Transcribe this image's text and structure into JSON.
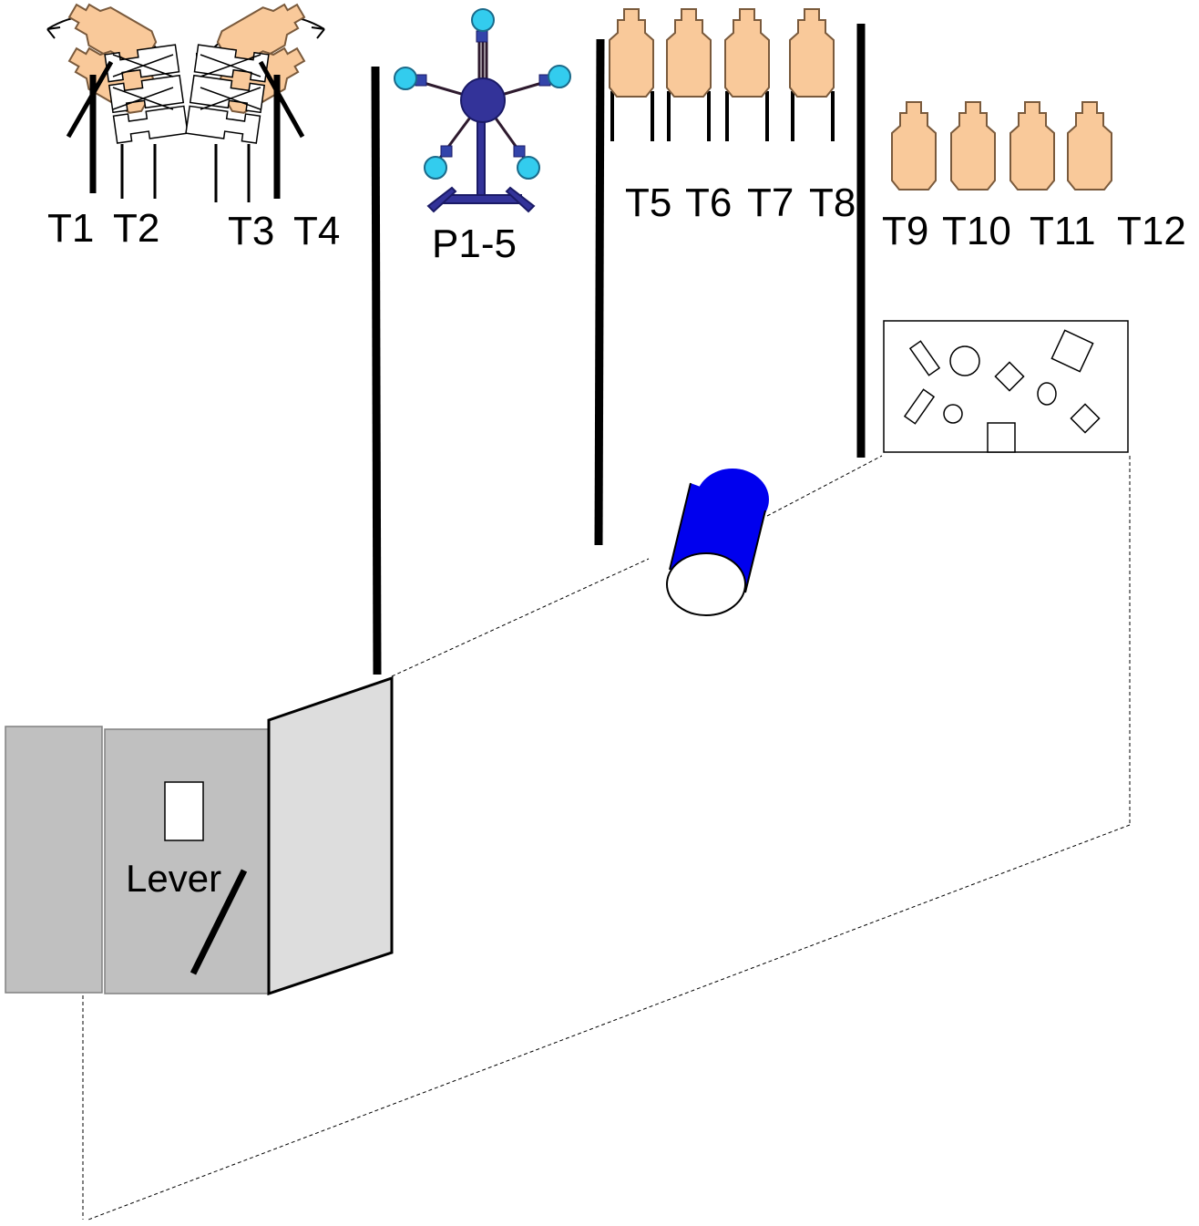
{
  "labels": {
    "t1": "T1",
    "t2": "T2",
    "t3": "T3",
    "t4": "T4",
    "p1_5": "P1-5",
    "t5": "T5",
    "t6": "T6",
    "t7": "T7",
    "t8": "T8",
    "t9": "T9",
    "t10": "T10",
    "t11": "T11",
    "t12": "T12",
    "lever": "Lever"
  },
  "colors": {
    "target_fill": "#f9c99a",
    "target_stroke": "#7a5a3c",
    "plate_ball": "#33ccee",
    "plate_hub": "#333399",
    "barrel_blue": "#0000ee",
    "wall": "#000000",
    "booth_dark": "#c0c0c0",
    "booth_light": "#dddddd"
  }
}
